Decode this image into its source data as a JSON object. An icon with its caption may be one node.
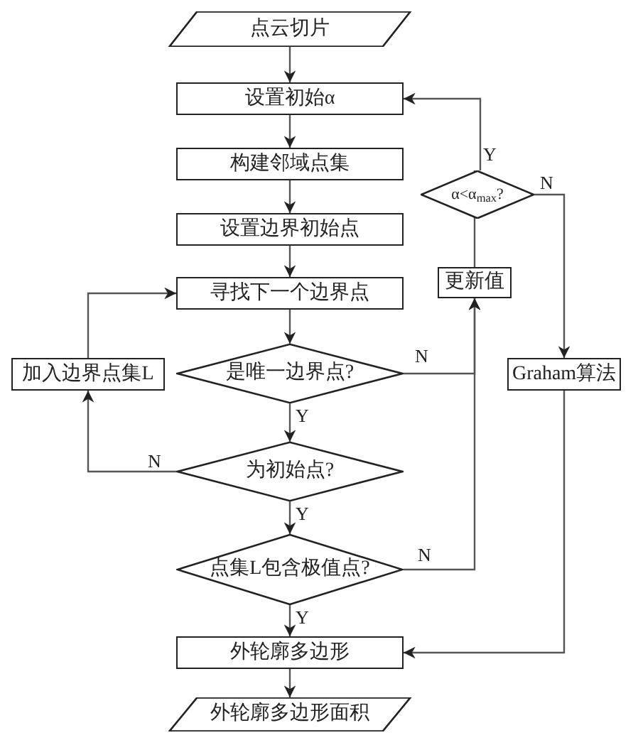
{
  "diagram": {
    "nodes": [
      {
        "text": [
          "点云切片"
        ]
      },
      {
        "text": [
          "设置初始α"
        ]
      },
      {
        "text": [
          "构建邻域点集"
        ]
      },
      {
        "text": [
          "设置边界初始点"
        ]
      },
      {
        "text": [
          "寻找下一个边界点"
        ]
      },
      {
        "text": [
          "是唯一边界点?"
        ]
      },
      {
        "text": [
          "加入边界点集L"
        ]
      },
      {
        "text": [
          "为初始点?"
        ]
      },
      {
        "text": [
          "点集L包含极值点?"
        ]
      },
      {
        "text": [
          "外轮廓多边形"
        ]
      },
      {
        "text": [
          "外轮廓多边形面积"
        ]
      },
      {
        "text": [
          "更新值"
        ]
      },
      {
        "text": [
          "α<α$_{max}$?"
        ]
      },
      {
        "text": [
          "Graham算法"
        ]
      }
    ],
    "edges": [
      {
        "from": 0,
        "to": 1,
        "arrow": "to"
      },
      {
        "from": 1,
        "to": 2,
        "arrow": "to"
      },
      {
        "from": 2,
        "to": 3,
        "arrow": "to"
      },
      {
        "from": 3,
        "to": 4,
        "arrow": "to"
      },
      {
        "from": 4,
        "to": 5,
        "arrow": "to"
      },
      {
        "from": 5,
        "to": 7,
        "arrow": "to",
        "label": "Y"
      },
      {
        "from": 7,
        "to": 6,
        "arrow": "to",
        "label": "N"
      },
      {
        "from": 6,
        "to": 4,
        "arrow": "to"
      },
      {
        "from": 5,
        "to": 11,
        "arrow": "to",
        "label": "N"
      },
      {
        "from": 8,
        "to": 11,
        "arrow": "to",
        "label": "N"
      },
      {
        "from": 7,
        "to": 8,
        "arrow": "to",
        "label": "Y"
      },
      {
        "from": 8,
        "to": 9,
        "arrow": "to",
        "label": "Y"
      },
      {
        "from": 11,
        "to": 12,
        "arrow": "to"
      },
      {
        "from": 12,
        "to": 1,
        "arrow": "to",
        "label": "Y"
      },
      {
        "from": 12,
        "to": 13,
        "arrow": "to",
        "label": "N"
      },
      {
        "from": 13,
        "to": 9,
        "arrow": "to"
      },
      {
        "from": 9,
        "to": 10,
        "arrow": "to"
      }
    ]
  }
}
